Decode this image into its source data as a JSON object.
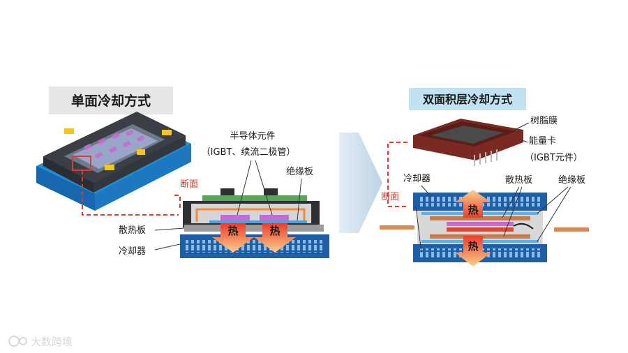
{
  "left": {
    "title": "单面冷却方式",
    "labels": {
      "semiconductor": "半导体元件",
      "semiconductor_detail": "（IGBT、续流二极管）",
      "insulator": "绝缘板",
      "cross_section": "断面",
      "heat_plate": "散热板",
      "cooler": "冷却器",
      "heat1": "热",
      "heat2": "热"
    }
  },
  "right": {
    "title": "双面积层冷却方式",
    "labels": {
      "resin_film": "树脂膜",
      "power_card": "能量卡",
      "power_card_detail": "（IGBT元件）",
      "cooler": "冷却器",
      "heat_plate": "散热板",
      "insulator": "绝缘板",
      "cross_section": "断面",
      "heat1": "热",
      "heat2": "热"
    }
  },
  "watermark": "大数跨境",
  "colors": {
    "cooler_blue": "#1f5fa8",
    "fin_light": "#7fb4e3",
    "accent_red": "#e23a2c",
    "heat_orange": "#f08a3c",
    "title_bg_left": "#e6e6e6",
    "title_bg_right": "#bfe3f2",
    "arrow_pale": "#c9dcea"
  }
}
